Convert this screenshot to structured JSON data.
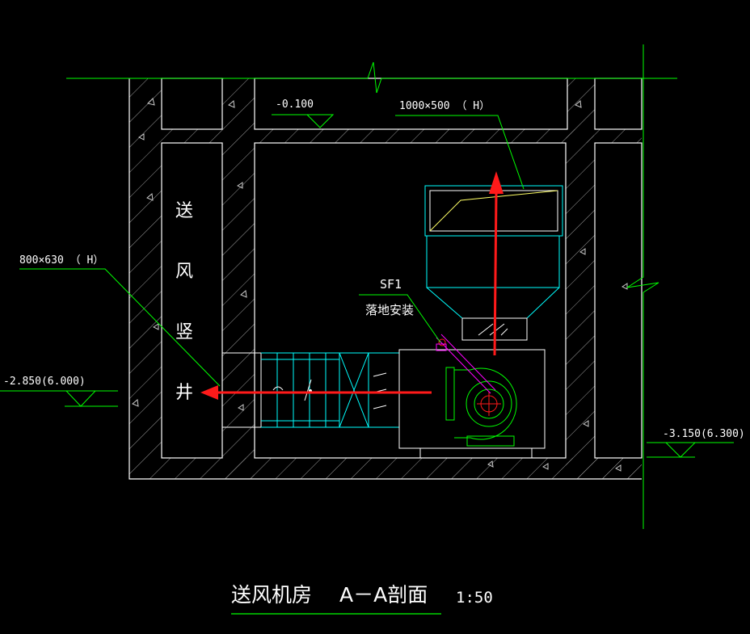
{
  "drawing": {
    "shaft_label": [
      "送",
      "风",
      "竖",
      "井"
    ],
    "elevations": {
      "top": "-0.100",
      "left": "-2.850(6.000)",
      "right": "-3.150(6.300)"
    },
    "duct_sizes": {
      "top_duct": "1000×500  （ H）",
      "side_duct": "800×630  （ H）"
    },
    "equipment": {
      "tag": "SF1",
      "note": "落地安装"
    },
    "title": {
      "name": "送风机房",
      "section": "A－A剖面",
      "scale": "1:50"
    }
  },
  "colors": {
    "wall": "#ffffff",
    "hatch": "#bbbbbb",
    "leader": "#00ff00",
    "duct": "#00ffff",
    "equipment": "#00ff00",
    "arrow": "#ff1a1a",
    "magenta": "#ff00ff",
    "yellow": "#ffff66"
  }
}
